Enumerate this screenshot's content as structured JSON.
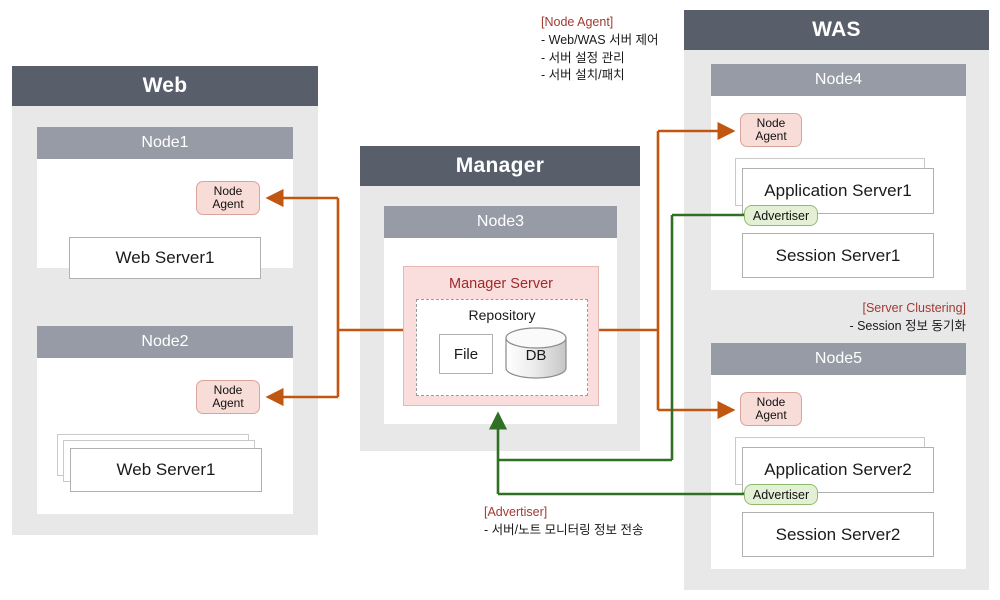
{
  "zones": [
    {
      "key": "web",
      "title": "Web"
    },
    {
      "key": "manager",
      "title": "Manager"
    },
    {
      "key": "was",
      "title": "WAS"
    }
  ],
  "nodes": {
    "node1": {
      "title": "Node1",
      "agent": "Node\nAgent",
      "agent_line1": "Node",
      "agent_line2": "Agent",
      "server": "Web Server1"
    },
    "node2": {
      "title": "Node2",
      "agent_line1": "Node",
      "agent_line2": "Agent",
      "server": "Web Server1"
    },
    "node3": {
      "title": "Node3"
    },
    "node4": {
      "title": "Node4",
      "agent_line1": "Node",
      "agent_line2": "Agent",
      "app_server": "Application Server1",
      "advertiser": "Advertiser",
      "session_server": "Session Server1"
    },
    "node5": {
      "title": "Node5",
      "agent_line1": "Node",
      "agent_line2": "Agent",
      "app_server": "Application Server2",
      "advertiser": "Advertiser",
      "session_server": "Session Server2"
    }
  },
  "manager_server": {
    "title": "Manager Server",
    "repository": "Repository",
    "file": "File",
    "db": "DB"
  },
  "annotations": {
    "node_agent": {
      "head": "[Node Agent]",
      "lines": [
        "- Web/WAS 서버 제어",
        "- 서버 설정 관리",
        "- 서버 설치/패치"
      ],
      "line1": "- Web/WAS 서버 제어",
      "line2": "- 서버 설정 관리",
      "line3": "- 서버 설치/패치"
    },
    "advertiser": {
      "head": "[Advertiser]",
      "line1": "- 서버/노트 모니터링 정보 전송"
    },
    "server_clustering": {
      "head": "[Server Clustering]",
      "line1": "- Session 정보 동기화"
    }
  },
  "colors": {
    "zone_header": "#585f6b",
    "zone_body": "#e8e8e8",
    "node_header": "#969ba6",
    "agent_fill": "#f8dcd8",
    "agent_border": "#d9a49c",
    "advertiser_fill": "#e3f0d6",
    "advertiser_border": "#8fbc6b",
    "manager_server_fill": "#fadedd",
    "manager_server_title": "#9e2a2a",
    "control_line": "#c0560f",
    "advertiser_line": "#2f7024",
    "annotation_head": "#a33a33"
  }
}
